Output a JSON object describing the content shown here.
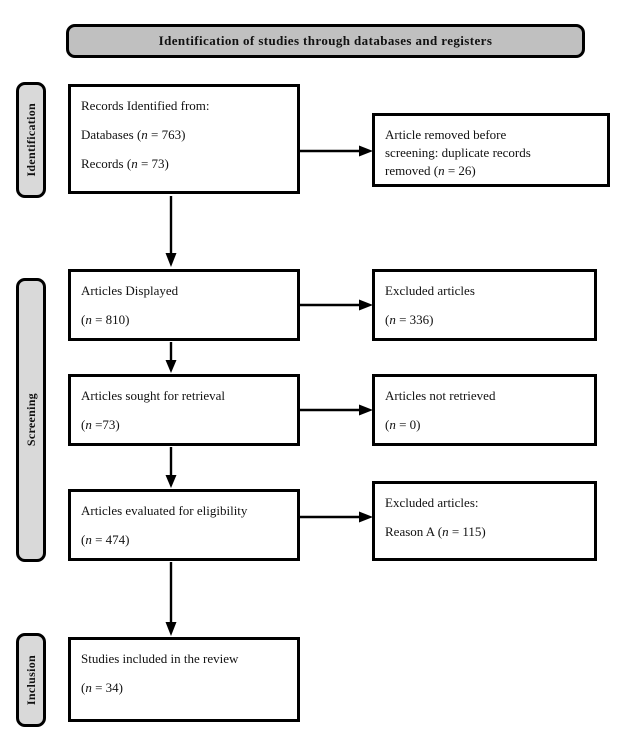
{
  "diagram": {
    "type": "prisma-flow-diagram",
    "header": {
      "title": "Identification  of studies through  databases  and  registers"
    },
    "stages": [
      {
        "id": "identification",
        "label": "Identification"
      },
      {
        "id": "screening",
        "label": "Screening"
      },
      {
        "id": "inclusion",
        "label": "Inclusion"
      }
    ],
    "boxes": {
      "records_identified": {
        "line1": "Records Identified from:",
        "line2_pre": "Databases (",
        "line2_n": "n",
        "line2_post": " = 763)",
        "line3_pre": "Records (",
        "line3_n": "n",
        "line3_post": " = 73)"
      },
      "records_removed": {
        "line1": "Article removed before",
        "line2": "screening: duplicate records",
        "line3_pre": "removed (",
        "line3_n": "n",
        "line3_post": " = 26)"
      },
      "articles_displayed": {
        "line1": "Articles Displayed",
        "line2_pre": "(",
        "line2_n": "n",
        "line2_post": " = 810)"
      },
      "excluded_articles_1": {
        "line1": "Excluded  articles",
        "line2_pre": "(",
        "line2_n": "n",
        "line2_post": " = 336)"
      },
      "articles_sought": {
        "line1": "Articles sought for retrieval",
        "line2_pre": "(",
        "line2_n": "n",
        "line2_post": " =73)"
      },
      "articles_not_retrieved": {
        "line1": "Articles not retrieved",
        "line2_pre": "(",
        "line2_n": "n",
        "line2_post": " = 0)"
      },
      "articles_evaluated": {
        "line1": "Articles evaluated for eligibility",
        "line2_pre": "(",
        "line2_n": "n",
        "line2_post": " = 474)"
      },
      "excluded_articles_2": {
        "line1": "Excluded  articles:",
        "line2_pre": "Reason A (",
        "line2_n": "n",
        "line2_post": " = 115)"
      },
      "studies_included": {
        "line1": "Studies included in the review",
        "line2_pre": "(",
        "line2_n": "n",
        "line2_post": " = 34)"
      }
    },
    "colors": {
      "banner_fill": "#c0c0c0",
      "stage_fill": "#d9d9d9",
      "box_fill": "#ffffff",
      "stroke": "#000000",
      "text": "#111111"
    }
  }
}
